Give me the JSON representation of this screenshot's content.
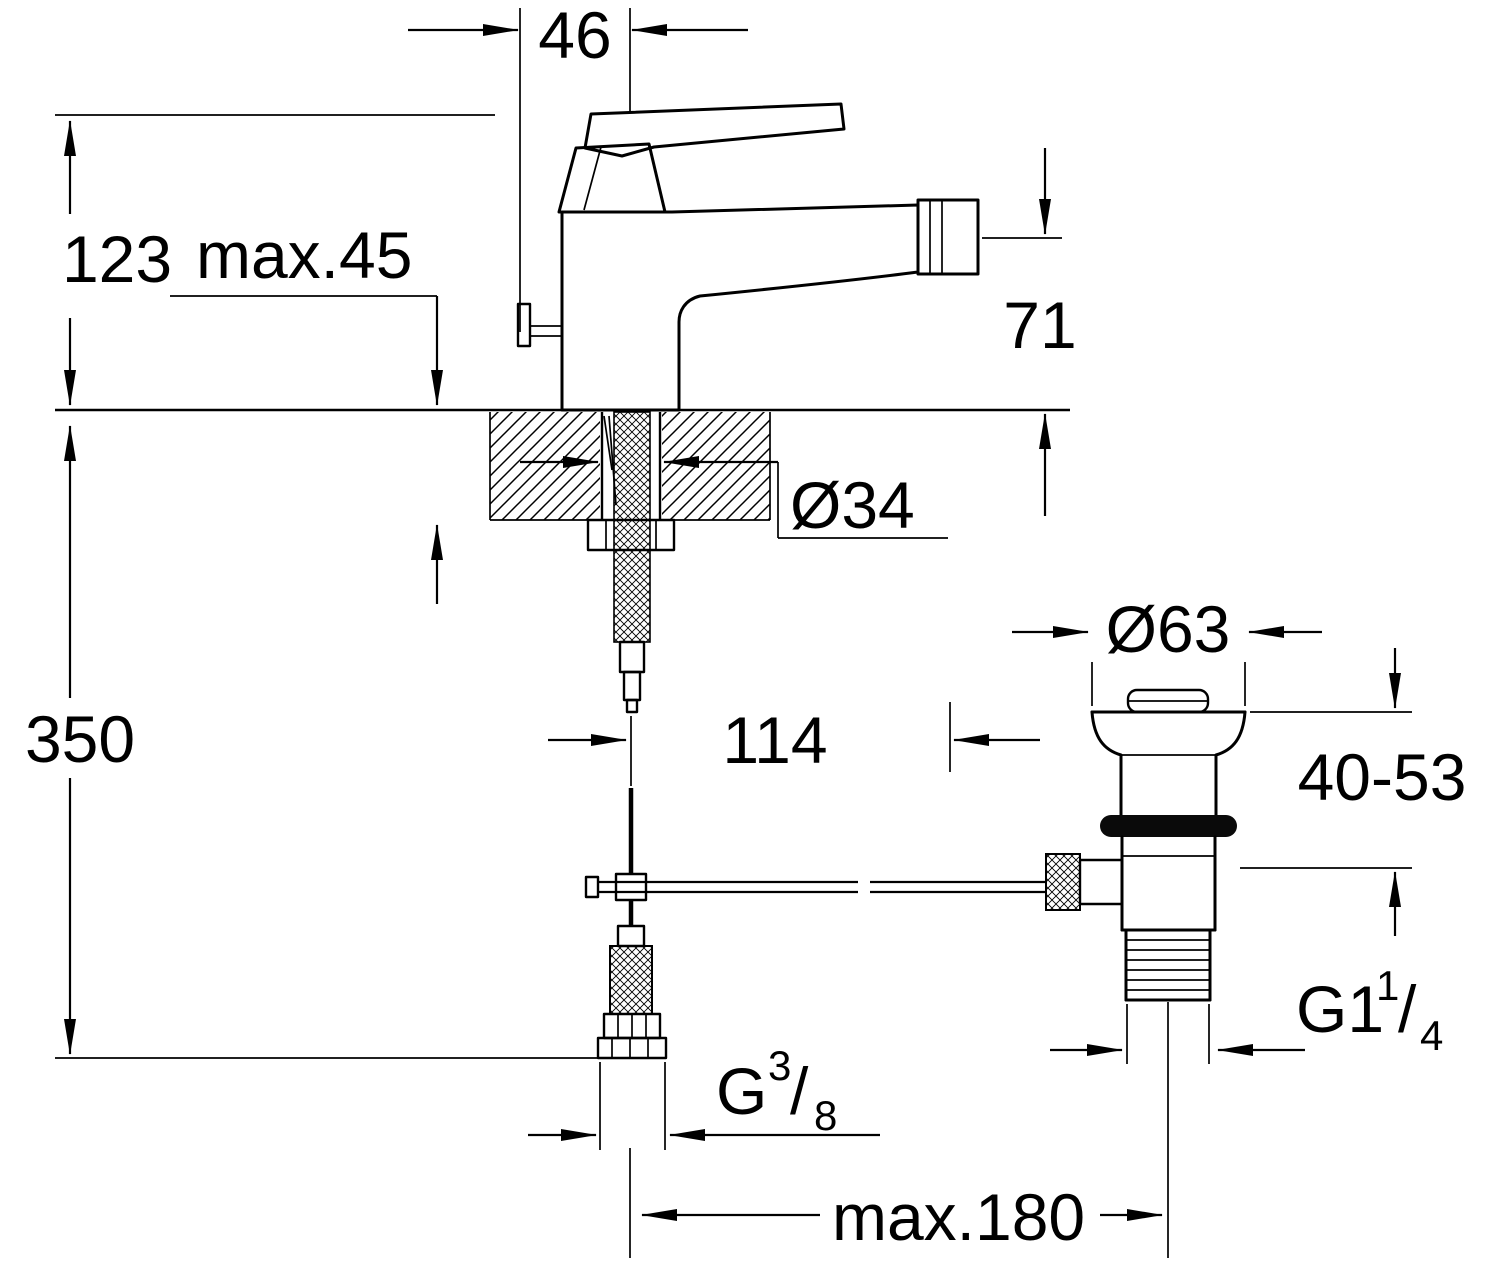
{
  "meta": {
    "drawing_type": "technical installation dimension drawing",
    "subject": "single-lever bidet mixer with pop-up waste",
    "colors": {
      "line": "#000000",
      "background": "#ffffff",
      "oring": "#0a0a0a"
    }
  },
  "labels": {
    "width_46": "46",
    "height_123": "123",
    "max_45": "max.45",
    "height_71": "71",
    "dia_34": "Ø34",
    "height_350": "350",
    "reach_114": "114",
    "dia_63": "Ø63",
    "range_40_53": "40-53",
    "thread_drain": {
      "base": "G1",
      "num": "1",
      "slash": "/",
      "den": "4"
    },
    "thread_supply": {
      "base": "G",
      "num": "3",
      "slash": "/",
      "den": "8"
    },
    "max_180": "max.180"
  }
}
